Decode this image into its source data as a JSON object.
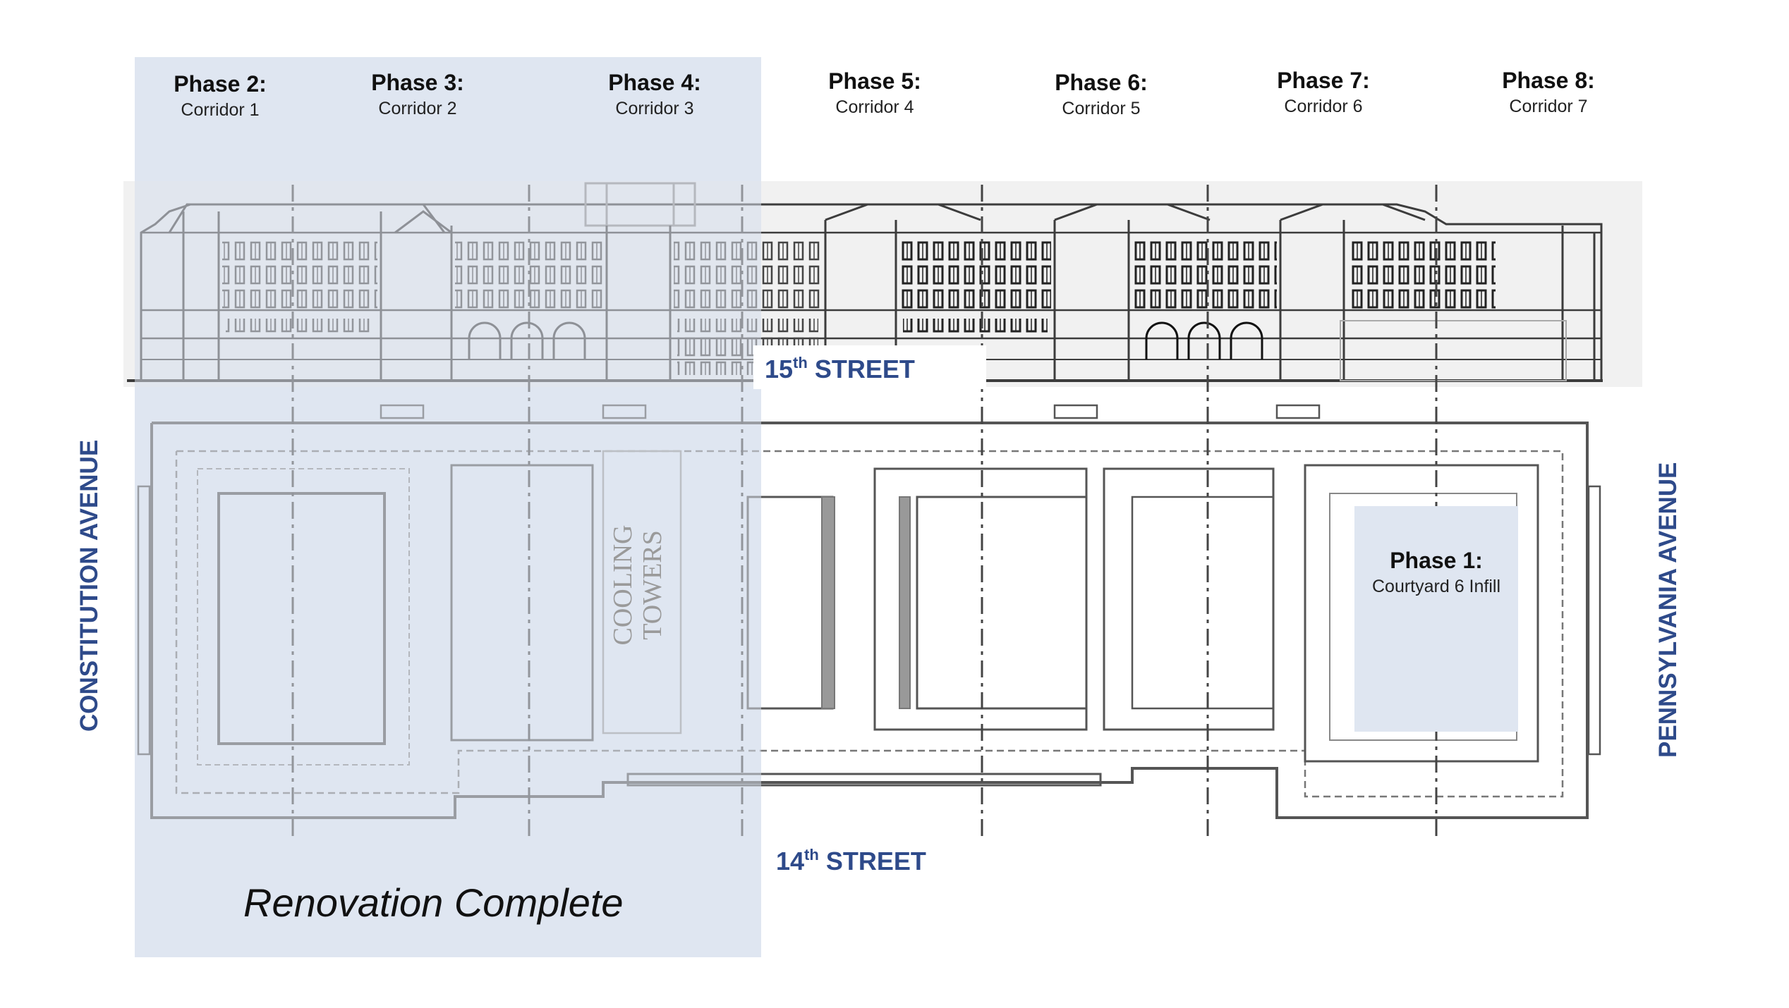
{
  "phases": [
    {
      "title": "Phase 2:",
      "subtitle": "Corridor 1"
    },
    {
      "title": "Phase 3:",
      "subtitle": "Corridor 2"
    },
    {
      "title": "Phase 4:",
      "subtitle": "Corridor 3"
    },
    {
      "title": "Phase 5:",
      "subtitle": "Corridor 4"
    },
    {
      "title": "Phase 6:",
      "subtitle": "Corridor 5"
    },
    {
      "title": "Phase 7:",
      "subtitle": "Corridor 6"
    },
    {
      "title": "Phase 8:",
      "subtitle": "Corridor 7"
    }
  ],
  "phase1": {
    "title": "Phase 1:",
    "subtitle": "Courtyard 6 Infill"
  },
  "streets": {
    "north": {
      "name": "15",
      "suffix": "th",
      "word": "STREET"
    },
    "south": {
      "name": "14",
      "suffix": "th",
      "word": "STREET"
    }
  },
  "avenues": {
    "west": "CONSTITUTION AVENUE",
    "east": "PENNSYLVANIA AVENUE"
  },
  "cooling_towers": {
    "line1": "COOLING",
    "line2": "TOWERS"
  },
  "status": {
    "complete": "Renovation Complete"
  },
  "colors": {
    "highlight": "#dfe6f1",
    "street_text": "#2e4a8a",
    "drawing": "#555555"
  }
}
